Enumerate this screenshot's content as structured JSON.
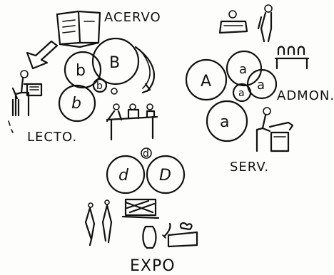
{
  "labels": {
    "acervo": "ACERVO",
    "lecto": "LECTO.",
    "admon": "ADMON.",
    "serv": "SERV.",
    "expo": "EXPO"
  },
  "bubbles": {
    "acervo_B": "B",
    "acervo_b1": "b",
    "acervo_b2": "b",
    "acervo_b3": "b",
    "acervo_o": "o",
    "admon_A": "A",
    "admon_a1": "a",
    "admon_a2": "a",
    "admon_a3": "a",
    "admon_a4": "a",
    "expo_d1": "d",
    "expo_d2": "D",
    "expo_d3": "d"
  }
}
